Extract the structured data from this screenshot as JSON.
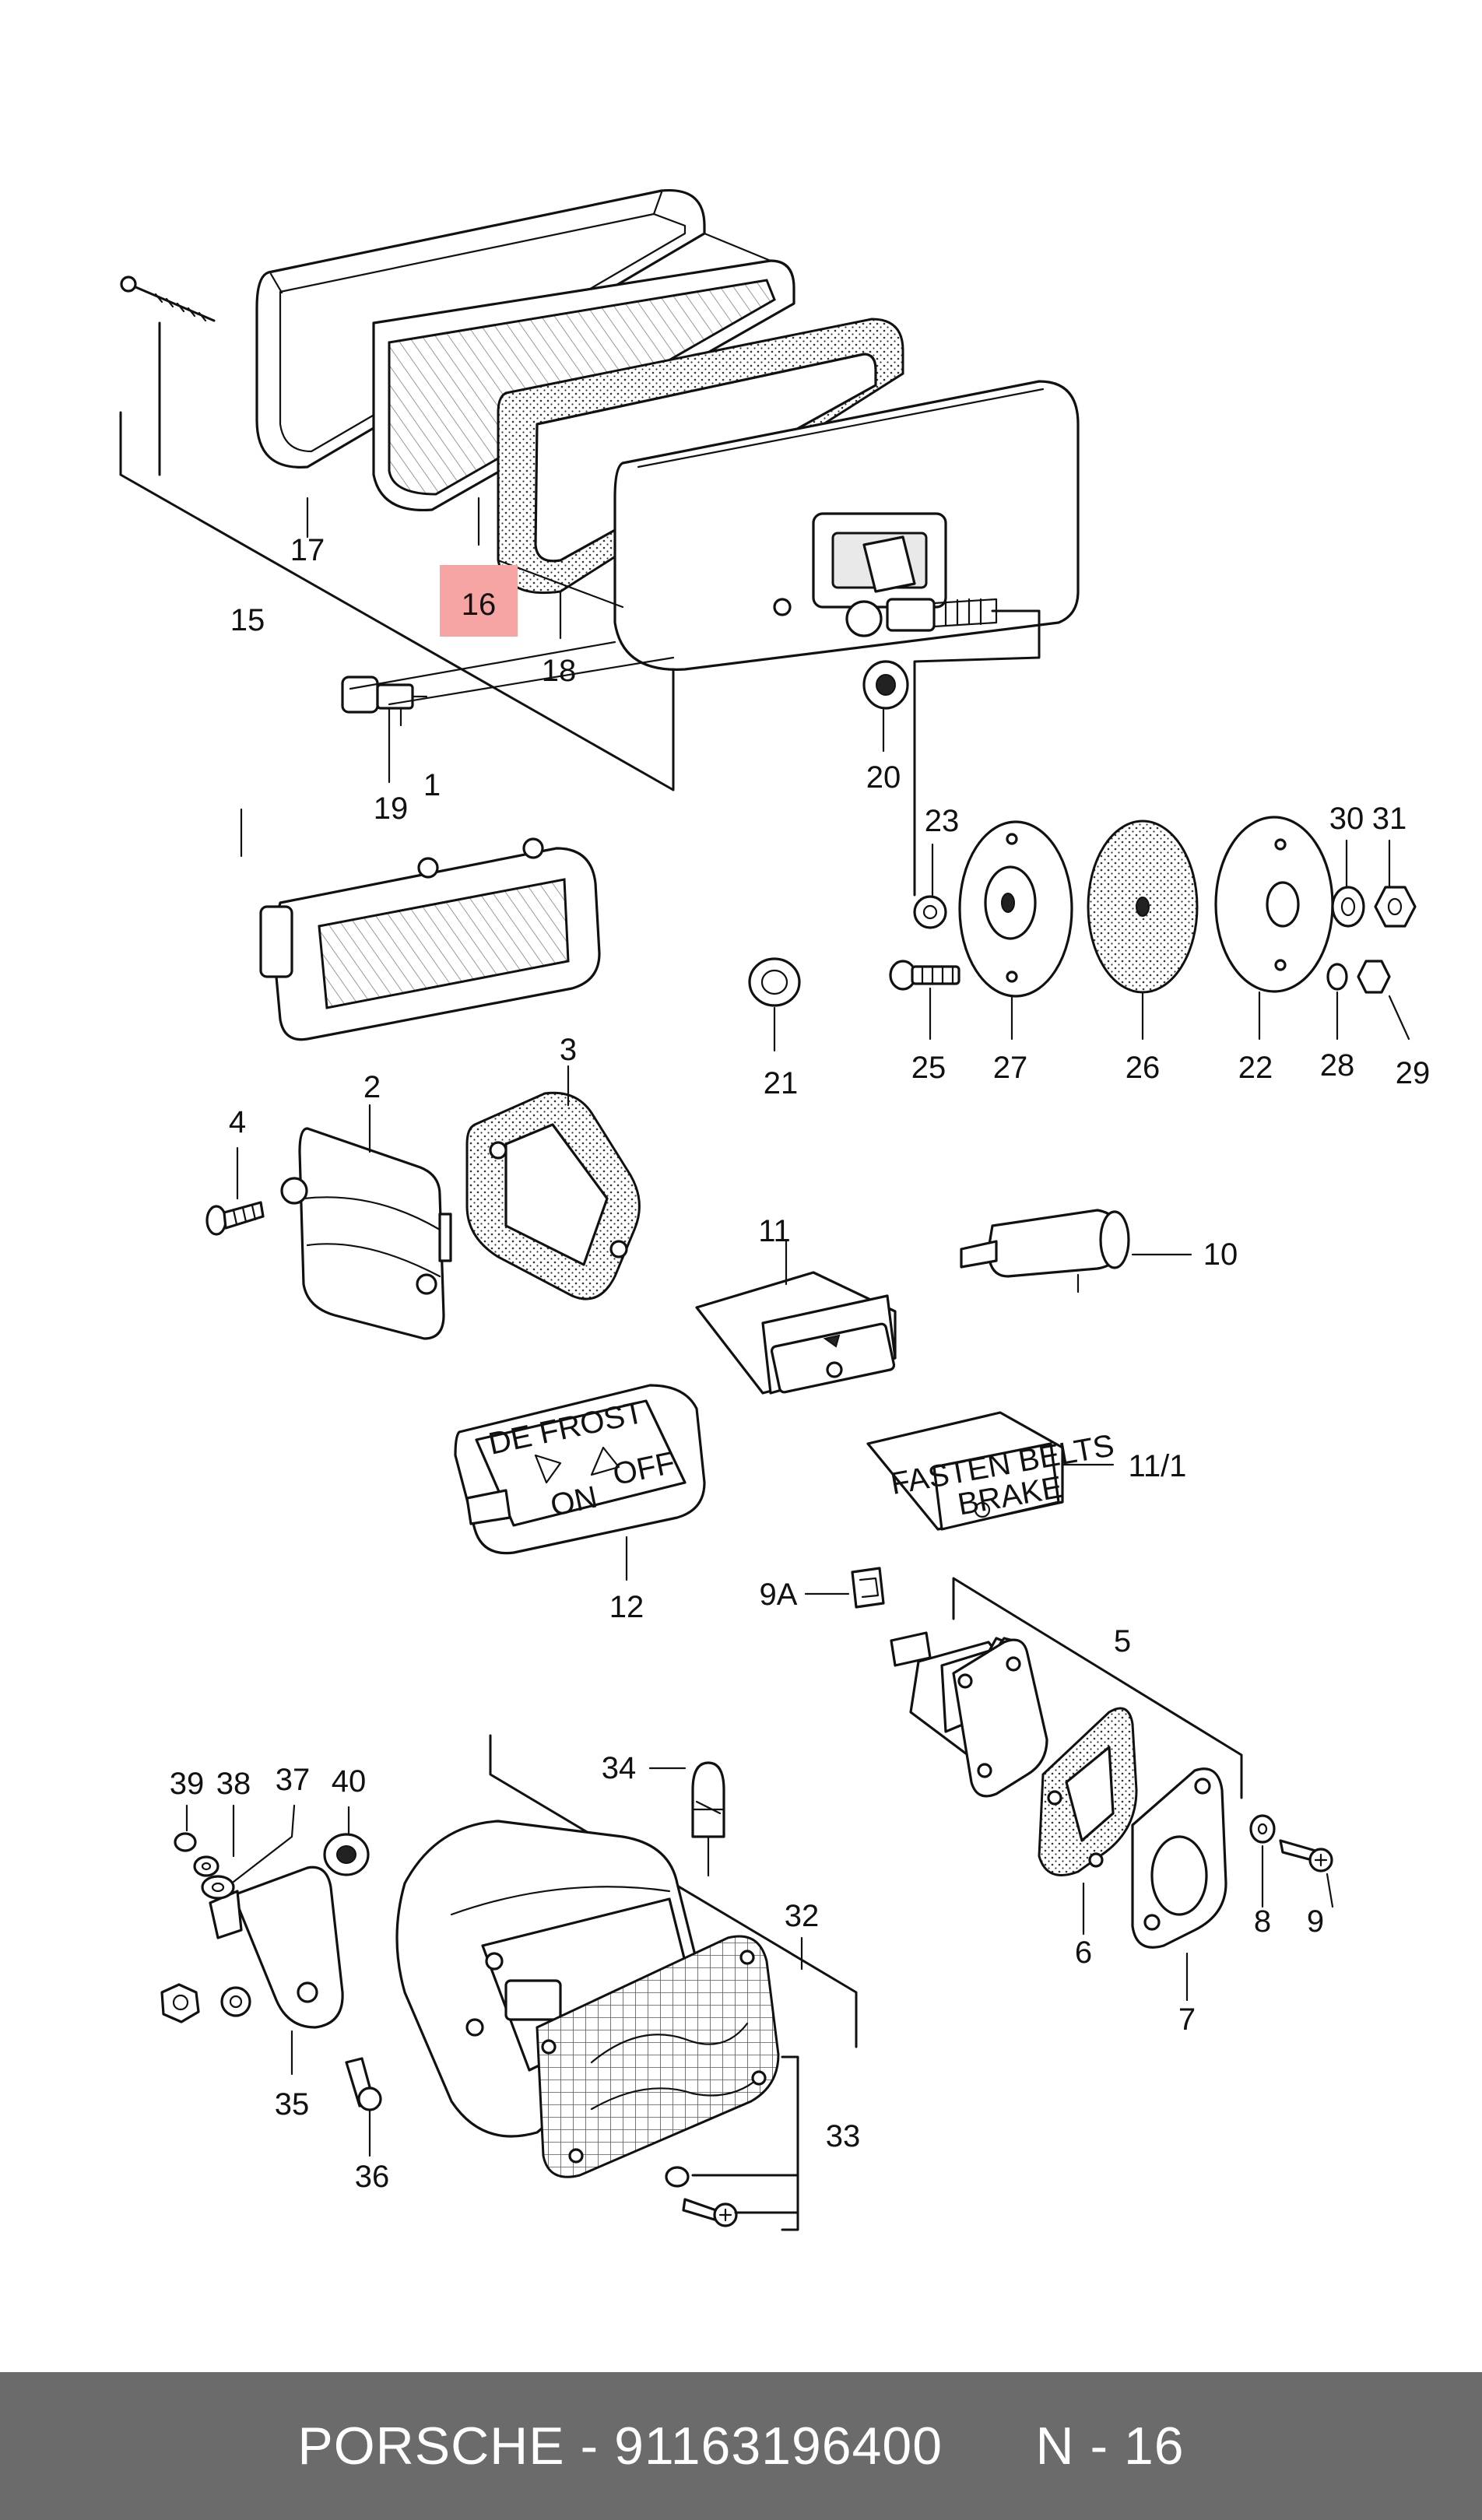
{
  "footer": {
    "brand": "PORSCHE",
    "separator": "-",
    "part_number": "91163196400",
    "page_code": "N - 16"
  },
  "highlight": {
    "label": "16",
    "color": "#f7a4a4"
  },
  "colors": {
    "footer_bg": "#6b6b6b",
    "footer_text": "#ffffff",
    "line": "#111111"
  },
  "callouts": {
    "c1": "1",
    "c2": "2",
    "c3": "3",
    "c4": "4",
    "c5": "5",
    "c6": "6",
    "c7": "7",
    "c8": "8",
    "c9": "9",
    "c9a": "9A",
    "c10": "10",
    "c11": "11",
    "c11_1": "11/1",
    "c12": "12",
    "c15": "15",
    "c16": "16",
    "c17": "17",
    "c18": "18",
    "c19": "19",
    "c20": "20",
    "c21": "21",
    "c22": "22",
    "c23": "23",
    "c25": "25",
    "c26": "26",
    "c27": "27",
    "c28": "28",
    "c29": "29",
    "c30": "30",
    "c31": "31",
    "c32": "32",
    "c33": "33",
    "c34": "34",
    "c35": "35",
    "c36": "36",
    "c37": "37",
    "c38": "38",
    "c39": "39",
    "c40": "40"
  },
  "part_text": {
    "defrost": "DE FROST",
    "on": "ON",
    "off": "OFF",
    "fasten_belts": "FASTEN BELTS",
    "brake": "BRAKE"
  }
}
